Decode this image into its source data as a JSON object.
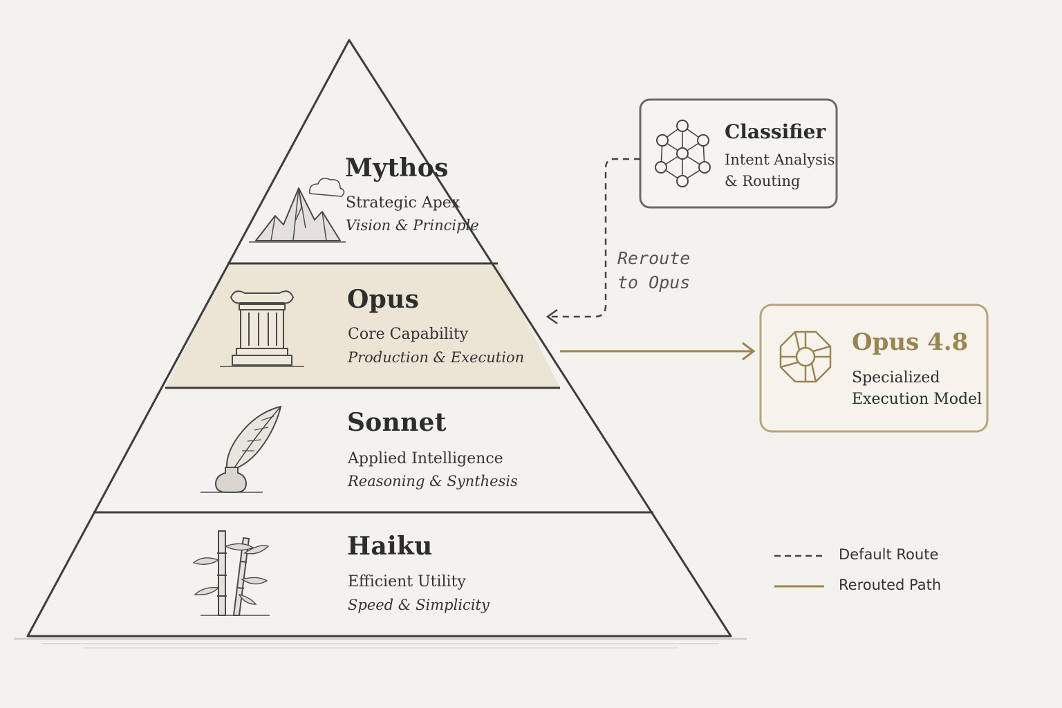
{
  "pyramid": {
    "tiers": [
      {
        "name": "Mythos",
        "subtitle": "Strategic Apex",
        "description": "Vision & Principle",
        "icon": "mountain-icon"
      },
      {
        "name": "Opus",
        "subtitle": "Core Capability",
        "description": "Production & Execution",
        "icon": "column-icon",
        "highlighted": true
      },
      {
        "name": "Sonnet",
        "subtitle": "Applied Intelligence",
        "description": "Reasoning & Synthesis",
        "icon": "quill-icon"
      },
      {
        "name": "Haiku",
        "subtitle": "Efficient Utility",
        "description": "Speed & Simplicity",
        "icon": "bamboo-icon"
      }
    ]
  },
  "classifier": {
    "title": "Classifier",
    "subtitle_line1": "Intent Analysis",
    "subtitle_line2": "& Routing",
    "icon": "network-icon"
  },
  "reroute_note": {
    "line1": "Reroute",
    "line2": "to Opus"
  },
  "target": {
    "title": "Opus 4.8",
    "subtitle_line1": "Specialized",
    "subtitle_line2": "Execution Model",
    "icon": "octagon-icon"
  },
  "legend": {
    "default_route": "Default Route",
    "rerouted_path": "Rerouted Path"
  },
  "colors": {
    "background": "#f4f2ee",
    "ink": "#3a3a3a",
    "gold": "#9a8550",
    "highlight_band": "#ece5d6"
  }
}
